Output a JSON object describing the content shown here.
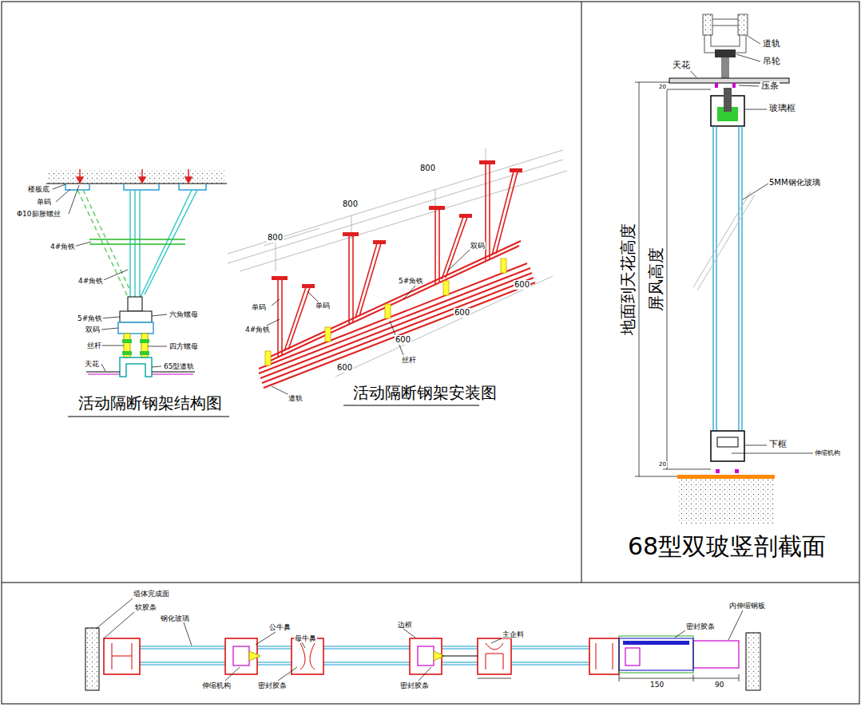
{
  "diagram": {
    "labels": [
      "楼板底",
      "单码",
      "Φ10膨胀螺丝",
      "4#角铁",
      "4#角铁",
      "5#角铁",
      "双码",
      "丝杆",
      "天花",
      "六角螺母",
      "四方螺母",
      "65型道轨",
      "活动隔断钢架结构图",
      "800",
      "800",
      "800",
      "双码",
      "5#角铁",
      "单码",
      "单码",
      "4#角铁",
      "600",
      "600",
      "600",
      "600",
      "丝杆",
      "道轨",
      "活动隔断钢架安装图",
      "道轨",
      "吊轮",
      "天花",
      "压条",
      "玻璃框",
      "5MM钢化玻璃",
      "地面到天花高度",
      "屏风高度",
      "20",
      "20",
      "下框",
      "伸缩机构",
      "68型双玻竖剖截面",
      "墙体完成面",
      "软胶条",
      "钢化玻璃",
      "公牛鼻",
      "母牛鼻",
      "边框",
      "主企料",
      "密封胶条",
      "内伸缩钢板",
      "伸缩机构",
      "密封胶条",
      "密封胶条",
      "150",
      "90"
    ]
  }
}
